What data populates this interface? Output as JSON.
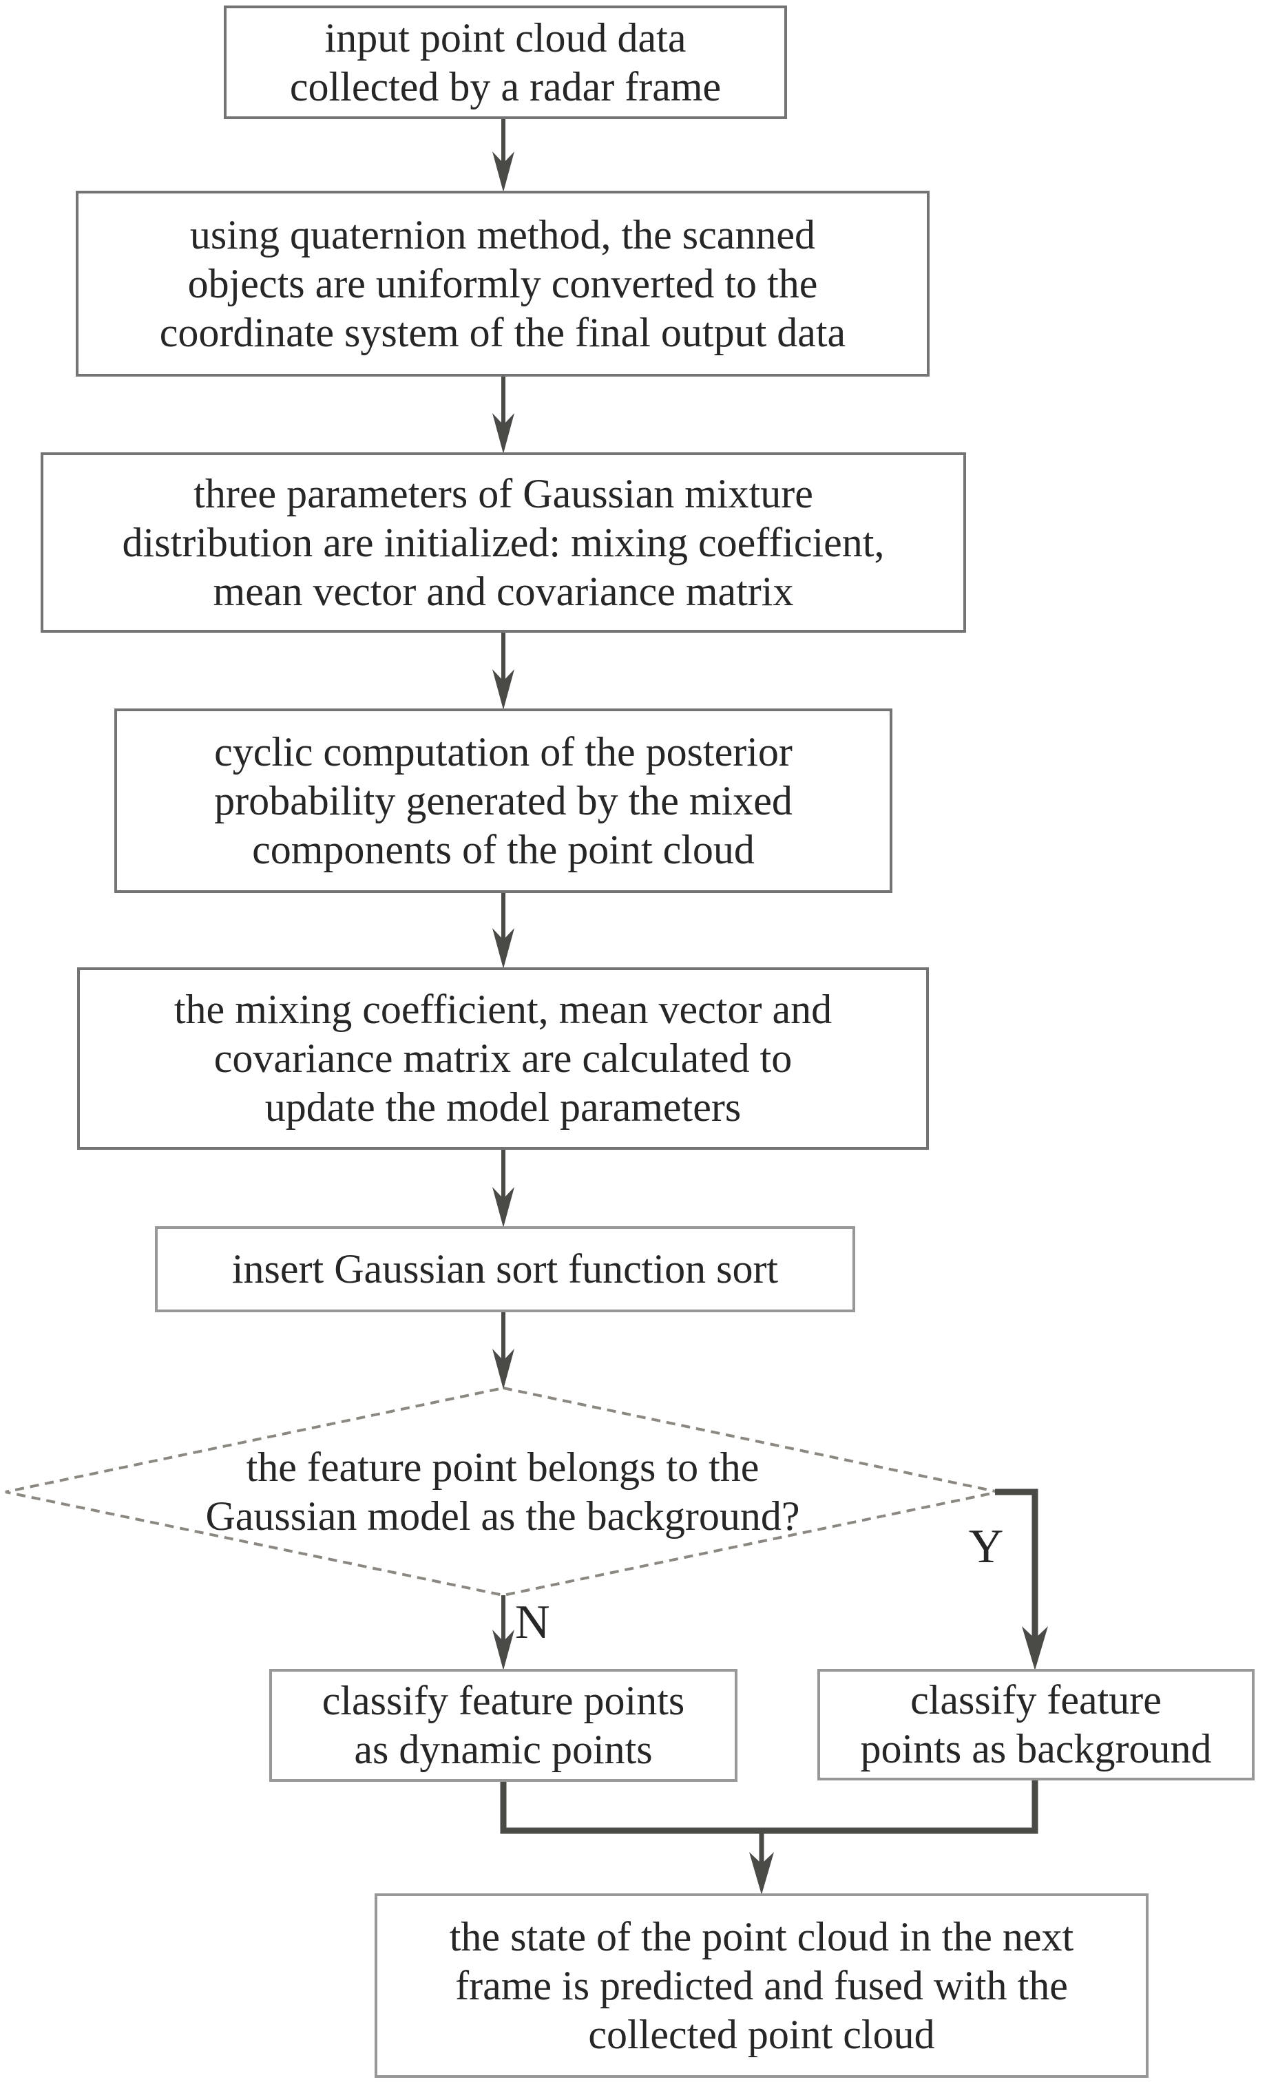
{
  "flowchart": {
    "nodes": {
      "input": {
        "label": "input point cloud data\ncollected by a radar frame"
      },
      "quaternion": {
        "label": "using quaternion method, the scanned\nobjects are uniformly converted to the\ncoordinate system of the final output data"
      },
      "init_params": {
        "label": "three parameters of Gaussian mixture\ndistribution are initialized: mixing coefficient,\nmean vector and covariance matrix"
      },
      "posterior": {
        "label": "cyclic computation of the posterior\nprobability generated by the mixed\ncomponents of the point cloud"
      },
      "update_params": {
        "label": "the mixing coefficient, mean vector and\ncovariance matrix are calculated to\nupdate the model parameters"
      },
      "insert_sort": {
        "label": "insert Gaussian sort function sort"
      },
      "decision": {
        "label": "the feature point belongs to the\nGaussian model as the background?"
      },
      "dynamic_points": {
        "label": "classify feature points\nas dynamic points"
      },
      "background_points": {
        "label": "classify feature\npoints as background"
      },
      "predict": {
        "label": "the state of the point cloud in the next\nframe is predicted and fused with the\ncollected point cloud"
      }
    },
    "branch_labels": {
      "no": "N",
      "yes": "Y"
    },
    "colors": {
      "border_dark": "#747474",
      "border_light": "#989898",
      "arrow": "#4a4a46",
      "text": "#262626",
      "diamond_dash": "#8b8781",
      "page_bg": "#ffffff"
    }
  }
}
